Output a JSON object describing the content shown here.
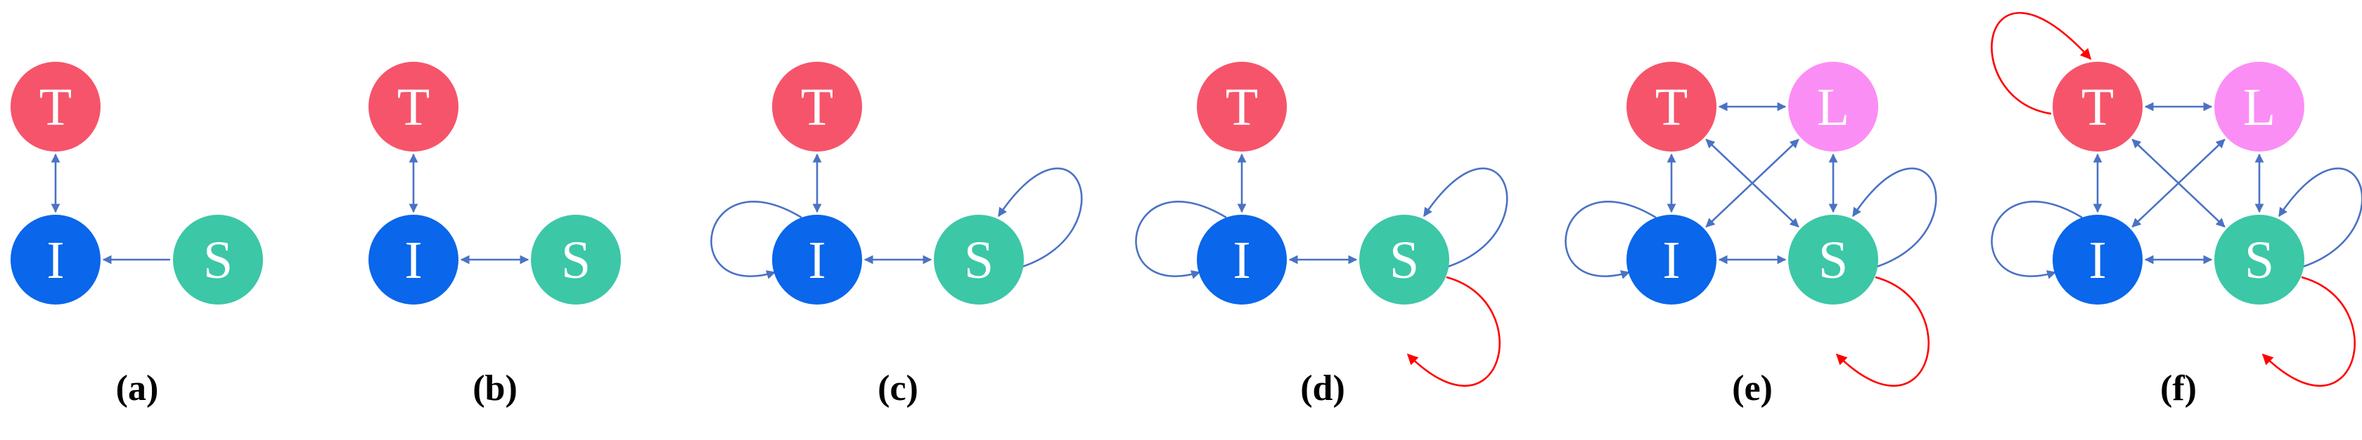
{
  "colors": {
    "T": "#f6546a",
    "I": "#0a66ea",
    "S": "#3cc7a7",
    "L": "#fb8ef4",
    "edge": "#4a72c4",
    "self_loop_alt": "#ff0000"
  },
  "node_labels": {
    "T": "T",
    "I": "I",
    "S": "S",
    "L": "L"
  },
  "panels": [
    {
      "caption": "(a)",
      "nodes": [
        "T",
        "I",
        "S"
      ],
      "edges": [
        [
          "T",
          "I",
          "both"
        ],
        [
          "S",
          "I",
          "forward"
        ]
      ],
      "loops": []
    },
    {
      "caption": "(b)",
      "nodes": [
        "T",
        "I",
        "S"
      ],
      "edges": [
        [
          "T",
          "I",
          "both"
        ],
        [
          "I",
          "S",
          "both"
        ]
      ],
      "loops": []
    },
    {
      "caption": "(c)",
      "nodes": [
        "T",
        "I",
        "S"
      ],
      "edges": [
        [
          "T",
          "I",
          "both"
        ],
        [
          "I",
          "S",
          "both"
        ]
      ],
      "loops": [
        [
          "I",
          "edge"
        ],
        [
          "S",
          "edge"
        ]
      ]
    },
    {
      "caption": "(d)",
      "nodes": [
        "T",
        "I",
        "S"
      ],
      "edges": [
        [
          "T",
          "I",
          "both"
        ],
        [
          "I",
          "S",
          "both"
        ]
      ],
      "loops": [
        [
          "I",
          "edge"
        ],
        [
          "S",
          "edge"
        ],
        [
          "S",
          "self_loop_alt"
        ]
      ]
    },
    {
      "caption": "(e)",
      "nodes": [
        "T",
        "L",
        "I",
        "S"
      ],
      "edges": [
        [
          "T",
          "L",
          "both"
        ],
        [
          "T",
          "I",
          "both"
        ],
        [
          "L",
          "S",
          "both"
        ],
        [
          "I",
          "S",
          "both"
        ],
        [
          "T",
          "S",
          "both"
        ],
        [
          "L",
          "I",
          "both"
        ]
      ],
      "loops": [
        [
          "I",
          "edge"
        ],
        [
          "S",
          "edge"
        ],
        [
          "S",
          "self_loop_alt"
        ]
      ]
    },
    {
      "caption": "(f)",
      "nodes": [
        "T",
        "L",
        "I",
        "S"
      ],
      "edges": [
        [
          "T",
          "L",
          "both"
        ],
        [
          "T",
          "I",
          "both"
        ],
        [
          "L",
          "S",
          "both"
        ],
        [
          "I",
          "S",
          "both"
        ],
        [
          "T",
          "S",
          "both"
        ],
        [
          "L",
          "I",
          "both"
        ]
      ],
      "loops": [
        [
          "I",
          "edge"
        ],
        [
          "S",
          "edge"
        ],
        [
          "S",
          "self_loop_alt"
        ],
        [
          "T",
          "self_loop_alt"
        ]
      ]
    }
  ]
}
